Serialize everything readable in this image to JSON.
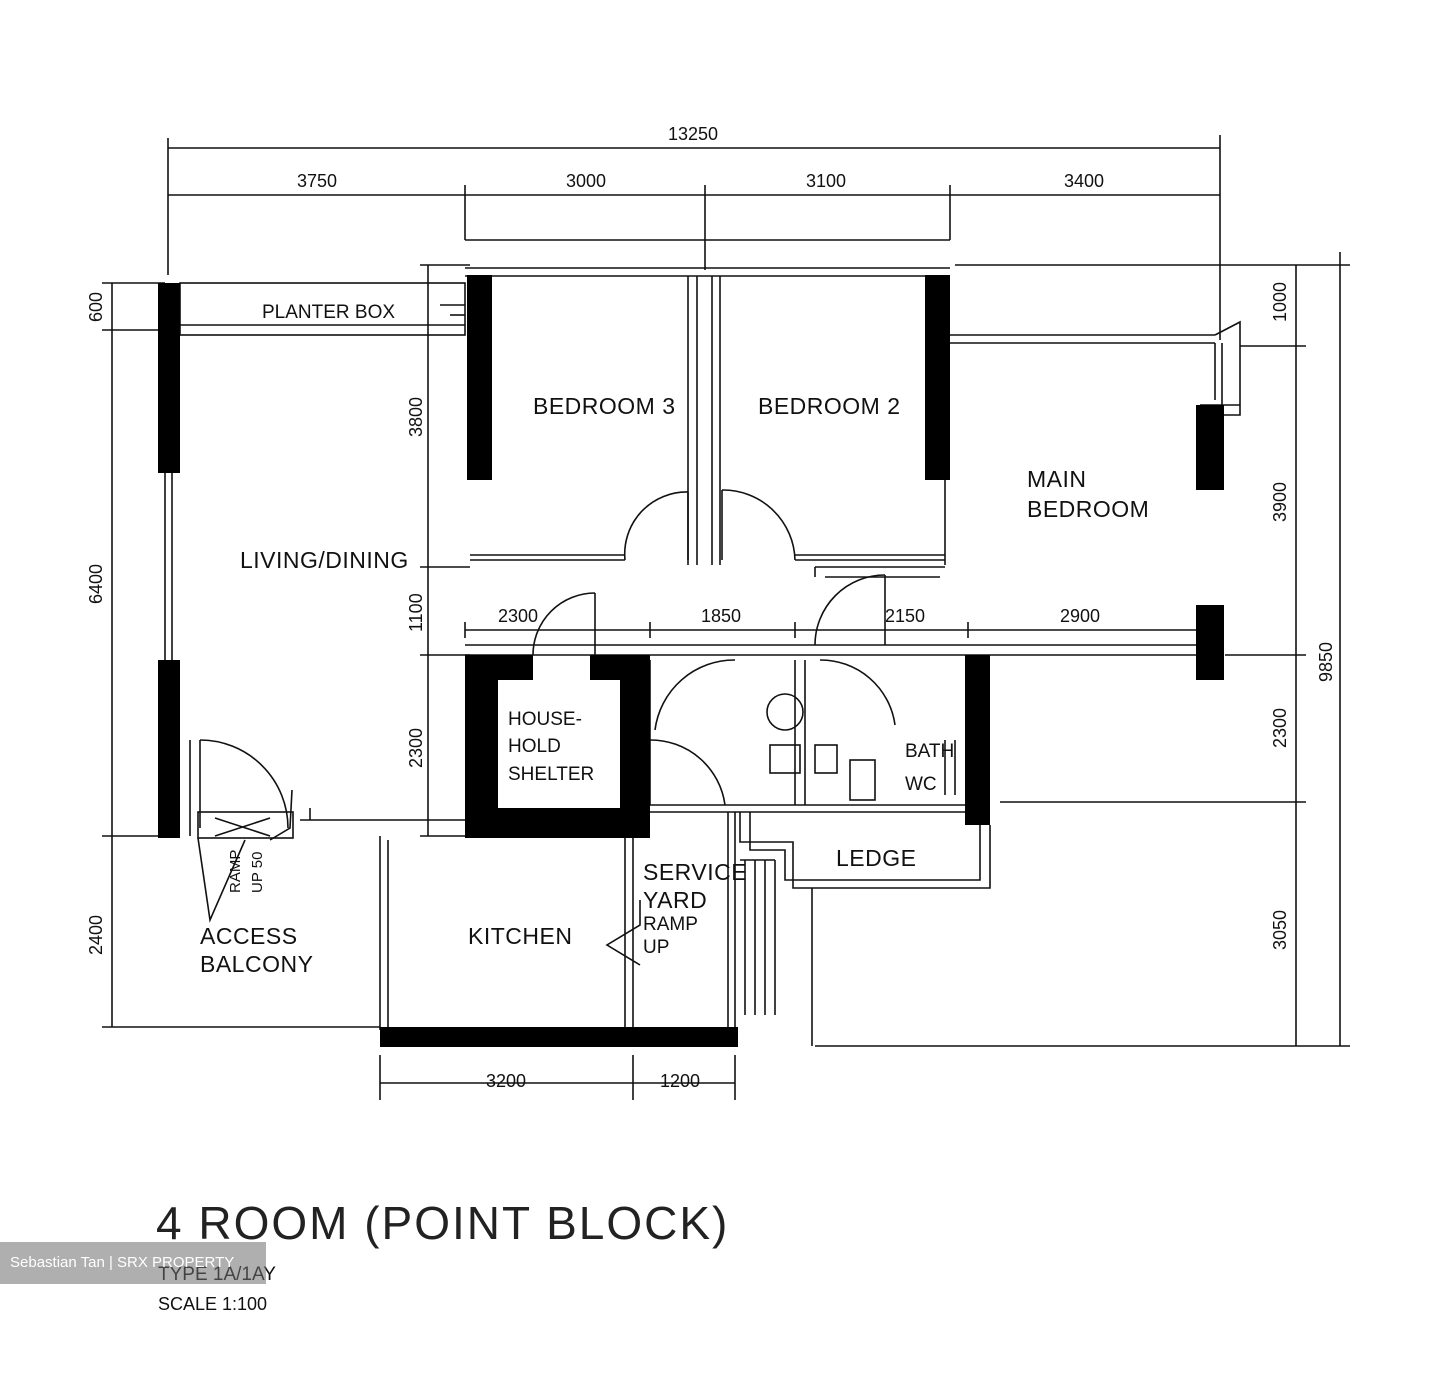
{
  "rooms": {
    "planter_box": "PLANTER BOX",
    "bedroom3": "BEDROOM 3",
    "bedroom2": "BEDROOM 2",
    "main_bedroom_1": "MAIN",
    "main_bedroom_2": "BEDROOM",
    "living_dining": "LIVING/DINING",
    "household_1": "HOUSE-",
    "household_2": "HOLD",
    "household_3": "SHELTER",
    "kitchen": "KITCHEN",
    "service_yard_1": "SERVICE",
    "service_yard_2": "YARD",
    "service_ramp_1": "RAMP",
    "service_ramp_2": "UP",
    "access_balcony_1": "ACCESS",
    "access_balcony_2": "BALCONY",
    "ledge": "LEDGE",
    "ramp_up_1": "RAMP",
    "ramp_up_2": "UP 50",
    "wc_1": "BATH",
    "wc_2": "WC"
  },
  "dimensions": {
    "overall_width": "13250",
    "top_1": "3750",
    "top_2": "3000",
    "top_3": "3100",
    "top_4": "3400",
    "left_1": "600",
    "left_2": "6400",
    "left_3": "2400",
    "inner_1": "3800",
    "inner_2": "1100",
    "inner_3": "2300",
    "mid_1": "2300",
    "mid_2": "1850",
    "mid_3": "2150",
    "mid_4": "2900",
    "right_1": "1000",
    "right_2": "3900",
    "right_3": "2300",
    "right_4": "3050",
    "overall_height": "9850",
    "bottom_1": "3200",
    "bottom_2": "1200"
  },
  "footer": {
    "title": "4 ROOM (POINT BLOCK)",
    "type": "TYPE 1A/1AY",
    "scale": "SCALE  1:100"
  },
  "watermark": "Sebastian Tan | SRX PROPERTY"
}
